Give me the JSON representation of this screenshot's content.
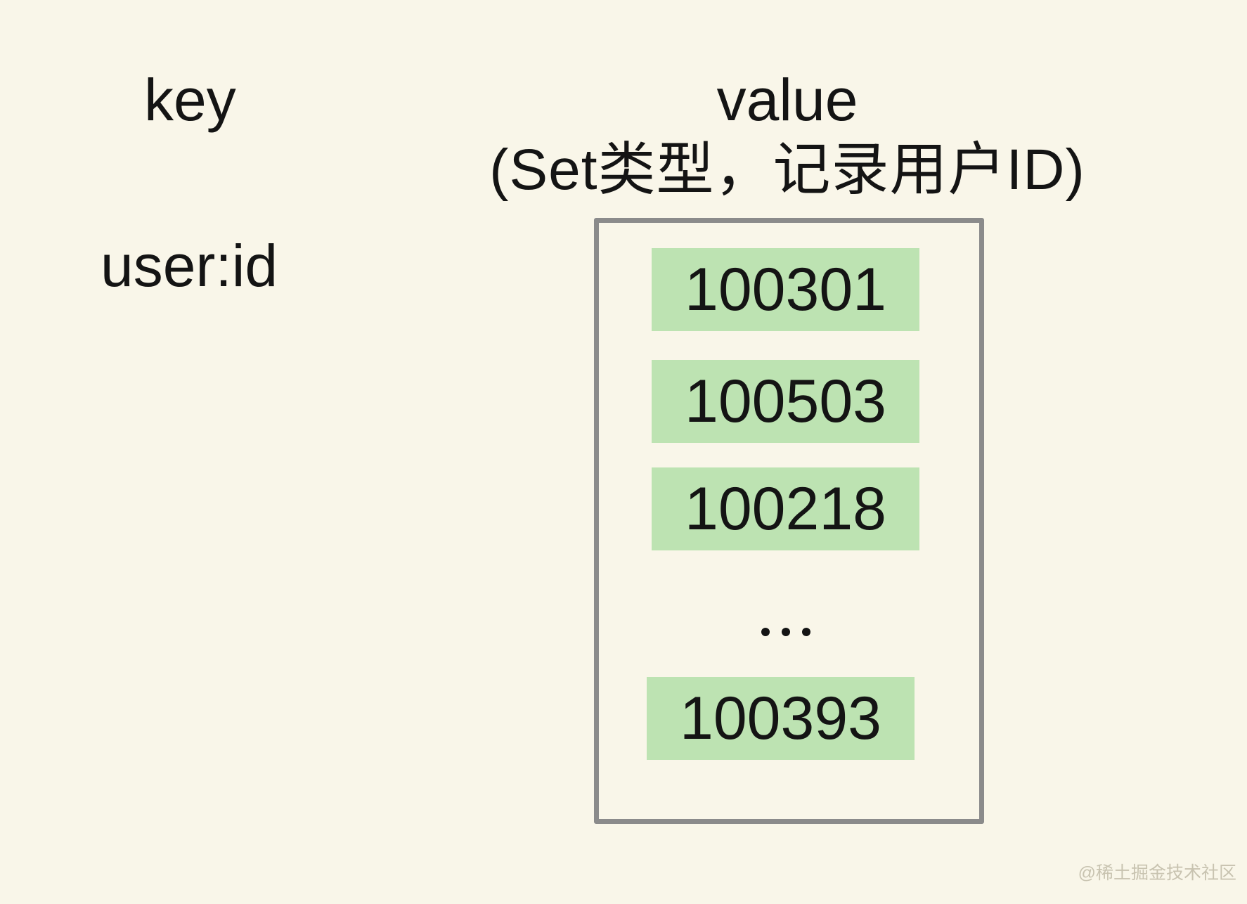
{
  "diagram": {
    "key_column": {
      "header": "key",
      "key_name": "user:id"
    },
    "value_column": {
      "header": "value",
      "subtitle": "(Set类型，记录用户ID)"
    },
    "set": {
      "type_note": "Set",
      "members": [
        "100301",
        "100503",
        "100218",
        "100393"
      ],
      "ellipsis": "..."
    }
  },
  "watermark": "@稀土掘金技术社区",
  "colors": {
    "background": "#F9F6E9",
    "member_cell_green": "#BDE3B2",
    "box_border_gray": "#8B8B8B",
    "text_black": "#141414",
    "watermark_gray": "#C8C3B0"
  }
}
